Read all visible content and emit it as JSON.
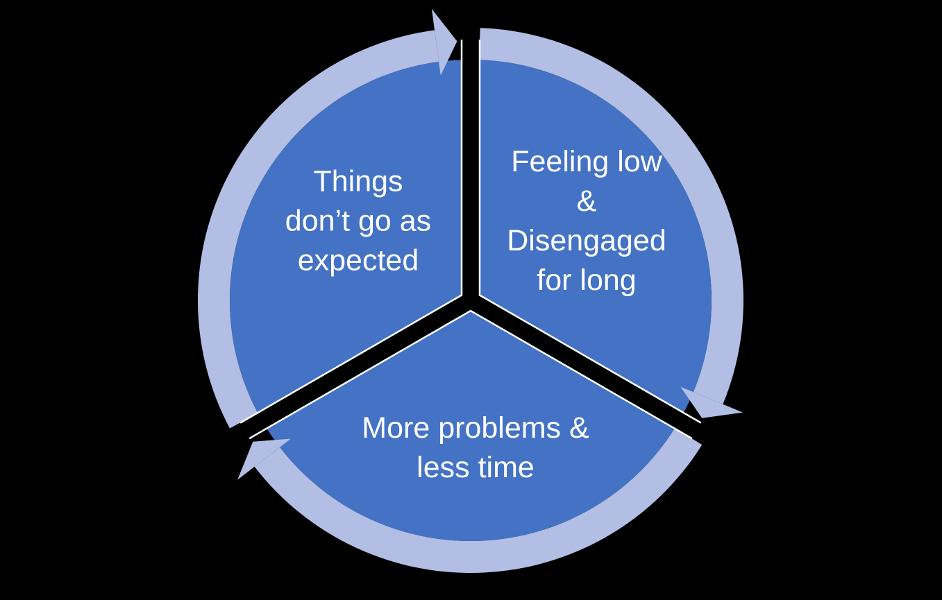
{
  "diagram": {
    "type": "segmented-cycle",
    "direction": "clockwise",
    "colors": {
      "background": "#000000",
      "segment_fill": "#4472C4",
      "ring_fill": "#B2BEE3",
      "separator": "#FFFFFF",
      "label_text": "#FFFFFF"
    },
    "segments": [
      {
        "position": "top-left",
        "label": "Things don’t go as expected",
        "lines": [
          "Things",
          "don’t go as",
          "expected"
        ]
      },
      {
        "position": "top-right",
        "label": "Feeling low & Disengaged for long",
        "lines": [
          "Feeling low",
          "&",
          "Disengaged",
          "for long"
        ]
      },
      {
        "position": "bottom",
        "label": "More problems & less time",
        "lines": [
          "More problems &",
          "less time"
        ]
      }
    ]
  }
}
